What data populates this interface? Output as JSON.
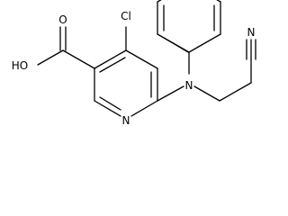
{
  "molecule": {
    "atoms": {
      "hydroxyl": "HO",
      "carbonyl_oxygen": "O",
      "chlorine": "Cl",
      "ring_nitrogen": "N",
      "amine_nitrogen": "N",
      "nitrile_nitrogen": "N"
    },
    "colors": {
      "bond": "#000000",
      "label": "#000000",
      "background": "#ffffff"
    }
  }
}
